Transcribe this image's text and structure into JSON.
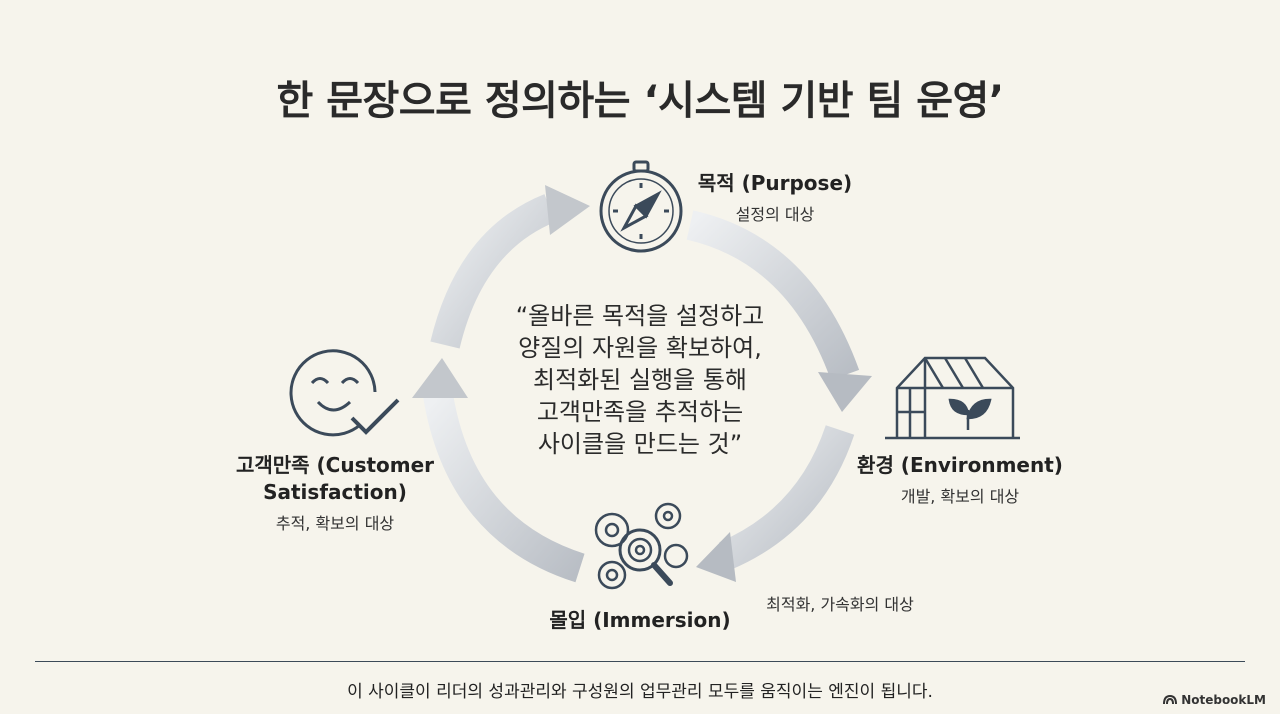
{
  "title": "한 문장으로 정의하는 ‘시스템 기반 팀 운영’",
  "quote": "“올바른 목적을 설정하고\n양질의 자원을 확보하여,\n최적화된 실행을 통해\n고객만족을 추적하는\n사이클을 만드는 것”",
  "nodes": {
    "purpose": {
      "name": "목적 (Purpose)",
      "sub": "설정의 대상",
      "icon": "compass-icon"
    },
    "environment": {
      "name": "환경 (Environment)",
      "sub": "개발, 확보의 대상",
      "icon": "greenhouse-icon"
    },
    "immersion": {
      "name": "몰입 (Immersion)",
      "sub": "최적화, 가속화의 대상",
      "icon": "gears-magnifier-icon"
    },
    "satisfaction": {
      "name": "고객만족 (Customer\nSatisfaction)",
      "sub": "추적, 확보의 대상",
      "icon": "smiley-check-icon"
    }
  },
  "footer": "이 사이클이 리더의 성과관리와 구성원의 업무관리 모두를 움직이는 엔진이 됩니다.",
  "brand": "NotebookLM",
  "colors": {
    "background": "#f6f4ec",
    "icon": "#3b4a5a",
    "arrow": "#c9cdd2",
    "divider": "#3c4a58"
  }
}
